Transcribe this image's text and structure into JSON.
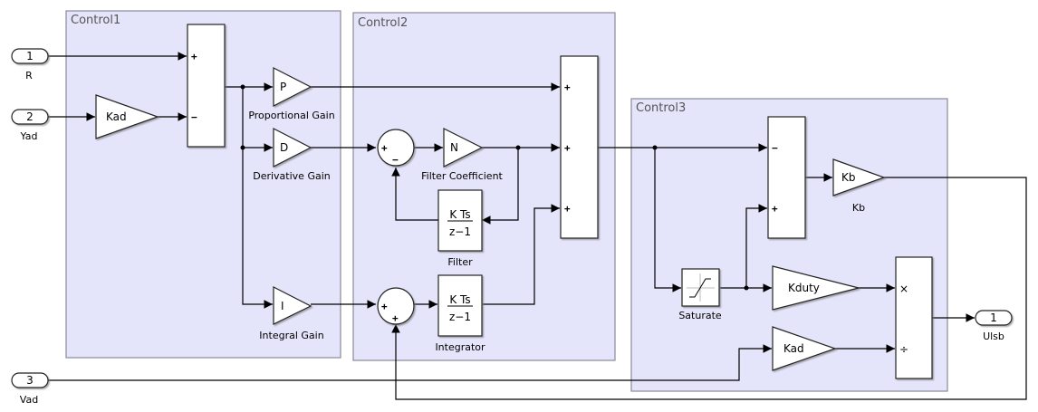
{
  "diagram": {
    "type": "simulink-block-diagram",
    "subsystems": [
      {
        "id": "control1",
        "title": "Control1"
      },
      {
        "id": "control2",
        "title": "Control2"
      },
      {
        "id": "control3",
        "title": "Control3"
      }
    ],
    "inports": [
      {
        "number": "1",
        "name": "R"
      },
      {
        "number": "2",
        "name": "Yad"
      },
      {
        "number": "3",
        "name": "Vad"
      }
    ],
    "outports": [
      {
        "number": "1",
        "name": "Ulsb"
      }
    ],
    "blocks": {
      "kad_gain1": {
        "text": "Kad"
      },
      "sum1": {
        "signs": [
          "+",
          "−"
        ]
      },
      "p_gain": {
        "text": "P",
        "name": "Proportional Gain"
      },
      "d_gain": {
        "text": "D",
        "name": "Derivative Gain"
      },
      "i_gain": {
        "text": "I",
        "name": "Integral Gain"
      },
      "filter_sum": {
        "signs": [
          "+",
          "−"
        ]
      },
      "n_gain": {
        "text": "N",
        "name": "Filter Coefficient"
      },
      "filter": {
        "num": "K Ts",
        "den": "z−1",
        "name": "Filter"
      },
      "int_sum": {
        "signs": [
          "+",
          "+"
        ]
      },
      "integrator": {
        "num": "K Ts",
        "den": "z−1",
        "name": "Integrator"
      },
      "sum2": {
        "signs": [
          "+",
          "+",
          "+"
        ]
      },
      "sum3": {
        "signs": [
          "−",
          "+"
        ]
      },
      "kb_gain": {
        "text": "Kb",
        "name": "Kb"
      },
      "saturate": {
        "name": "Saturate"
      },
      "kduty_gain": {
        "text": "Kduty"
      },
      "kad_gain2": {
        "text": "Kad"
      },
      "product": {
        "signs": [
          "×",
          "÷"
        ]
      }
    }
  }
}
